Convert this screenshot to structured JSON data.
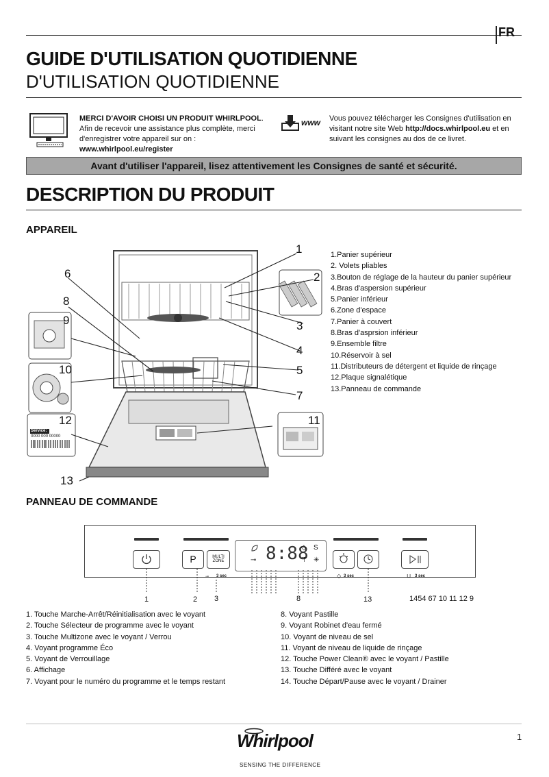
{
  "header": {
    "lang": "FR",
    "title": "GUIDE D'UTILISATION QUOTIDIENNE",
    "subtitle": "D'UTILISATION QUOTIDIENNE"
  },
  "intro": {
    "left_bold": "MERCI D'AVOIR CHOISI UN PRODUIT WHIRLPOOL",
    "left_bold_end": ".",
    "left_text_1": "Afin de recevoir une assistance plus complète, merci",
    "left_text_2": "d'enregistrer votre appareil sur on :",
    "left_link": "www.whirlpool.eu/register",
    "right_text_1": "Vous pouvez télécharger les Consignes d'utilisation en",
    "right_text_2a": "visitant notre site Web ",
    "right_link": "http://docs.whirlpool.eu",
    "right_text_2b": " et en",
    "right_text_3": "suivant les consignes au dos de ce livret.",
    "www_label": "www"
  },
  "warning": "Avant d'utiliser l'appareil, lisez attentivement les Consignes de santé et sécurité.",
  "section_title": "DESCRIPTION DU PRODUIT",
  "appareil": {
    "heading": "APPAREIL",
    "parts": [
      "1.Panier supérieur",
      "2. Volets pliables",
      "3.Bouton de réglage de la hauteur du panier supérieur",
      "4.Bras d'aspersion supérieur",
      "5.Panier inférieur",
      "6.Zone d'espace",
      "7.Panier à couvert",
      "8.Bras d'asprsion inférieur",
      "9.Ensemble filtre",
      "10.Réservoir à sel",
      "11.Distributeurs de détergent et liquide de rinçage",
      "12.Plaque signalétique",
      "13.Panneau de commande"
    ],
    "callouts": [
      "1",
      "2",
      "3",
      "4",
      "5",
      "6",
      "7",
      "8",
      "9",
      "10",
      "11",
      "12",
      "13"
    ],
    "plate_service": "Service:",
    "plate_number": "0000 000 00000"
  },
  "panneau": {
    "heading": "PANNEAU DE COMMANDE",
    "display": "8:88",
    "multizone_1": "MULTI",
    "multizone_2": "ZONE",
    "prog_label": "P",
    "sec_label": "3 sec",
    "numbers_below": [
      "1",
      "2",
      "3",
      "8",
      "13"
    ],
    "numbers_right": "1454 67 10 11 12 9",
    "legend_left": [
      "1. Touche Marche-Arrêt/Réinitialisation avec le voyant",
      "2. Touche Sélecteur de programme avec le voyant",
      "3. Touche Multizone avec le voyant / Verrou",
      "4. Voyant programme Éco",
      "5. Voyant de Verrouillage",
      "6. Affichage",
      "7. Voyant pour le numéro du programme et le temps restant"
    ],
    "legend_right": [
      "8. Voyant Pastille",
      "9. Voyant Robinet d'eau fermé",
      "10. Voyant de niveau de sel",
      "11. Voyant de niveau de liquide de rinçage",
      "12. Touche Power Clean® avec le voyant / Pastille",
      "13.  Touche Différé avec le voyant",
      "14. Touche Départ/Pause avec le voyant / Drainer"
    ]
  },
  "footer": {
    "brand": "Whirlpool",
    "tagline": "SENSING THE DIFFERENCE",
    "page": "1"
  }
}
